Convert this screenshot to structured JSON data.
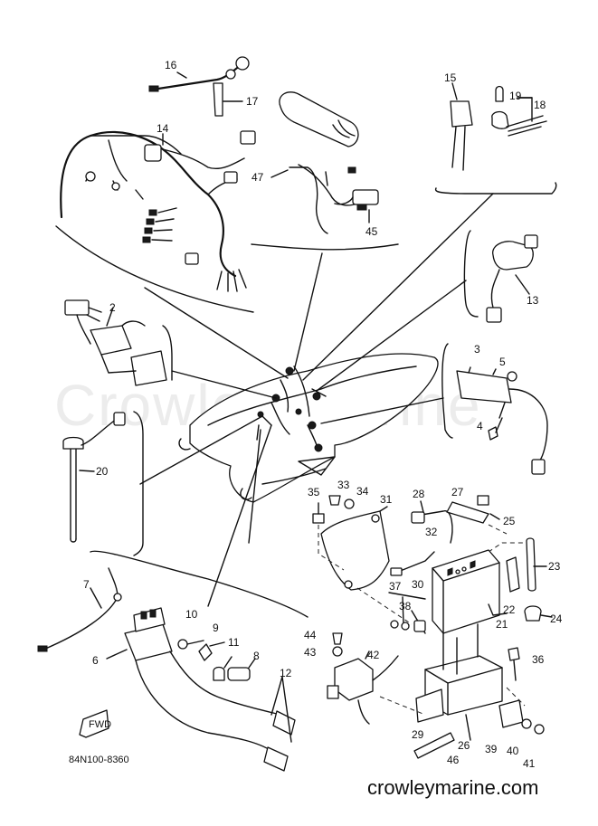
{
  "diagram": {
    "drawing_code": "84N100-8360",
    "watermark": "Crowley Marine",
    "website": "crowleymarine.com",
    "fwd_arrow_label": "FWD",
    "callouts": [
      "2",
      "3",
      "4",
      "5",
      "6",
      "7",
      "8",
      "9",
      "10",
      "11",
      "12",
      "13",
      "14",
      "15",
      "16",
      "17",
      "18",
      "19",
      "20",
      "21",
      "22",
      "23",
      "24",
      "25",
      "26",
      "27",
      "28",
      "29",
      "30",
      "31",
      "32",
      "33",
      "34",
      "35",
      "36",
      "37",
      "38",
      "39",
      "40",
      "41",
      "42",
      "43",
      "44",
      "45",
      "46",
      "47"
    ]
  }
}
